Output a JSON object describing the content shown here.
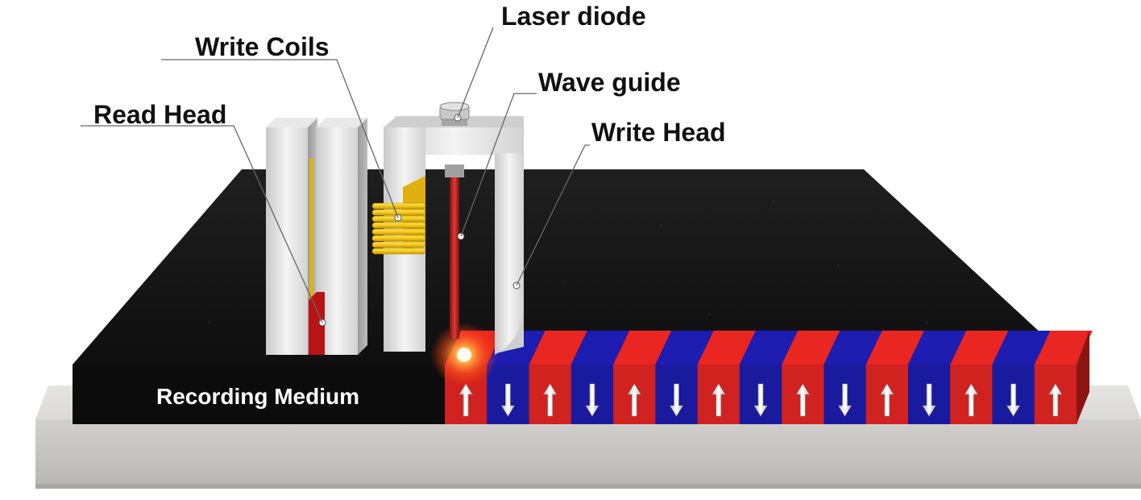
{
  "labels": {
    "laser_diode": "Laser diode",
    "write_coils": "Write Coils",
    "wave_guide": "Wave guide",
    "read_head": "Read Head",
    "write_head": "Write Head",
    "recording_medium": "Recording Medium"
  },
  "colors": {
    "domain_up": "#d0221e",
    "domain_down": "#1a1a9e",
    "medium": "#161616",
    "coil": "#f2c81a",
    "substrate": "#dcdad6",
    "laser": "#d8201a"
  },
  "magnetic_domains": [
    {
      "direction": "up",
      "color": "red"
    },
    {
      "direction": "down",
      "color": "blue"
    },
    {
      "direction": "up",
      "color": "red"
    },
    {
      "direction": "down",
      "color": "blue"
    },
    {
      "direction": "up",
      "color": "red"
    },
    {
      "direction": "down",
      "color": "blue"
    },
    {
      "direction": "up",
      "color": "red"
    },
    {
      "direction": "down",
      "color": "blue"
    },
    {
      "direction": "up",
      "color": "red"
    },
    {
      "direction": "down",
      "color": "blue"
    },
    {
      "direction": "up",
      "color": "red"
    },
    {
      "direction": "down",
      "color": "blue"
    },
    {
      "direction": "up",
      "color": "red"
    },
    {
      "direction": "down",
      "color": "blue"
    },
    {
      "direction": "up",
      "color": "red"
    }
  ]
}
